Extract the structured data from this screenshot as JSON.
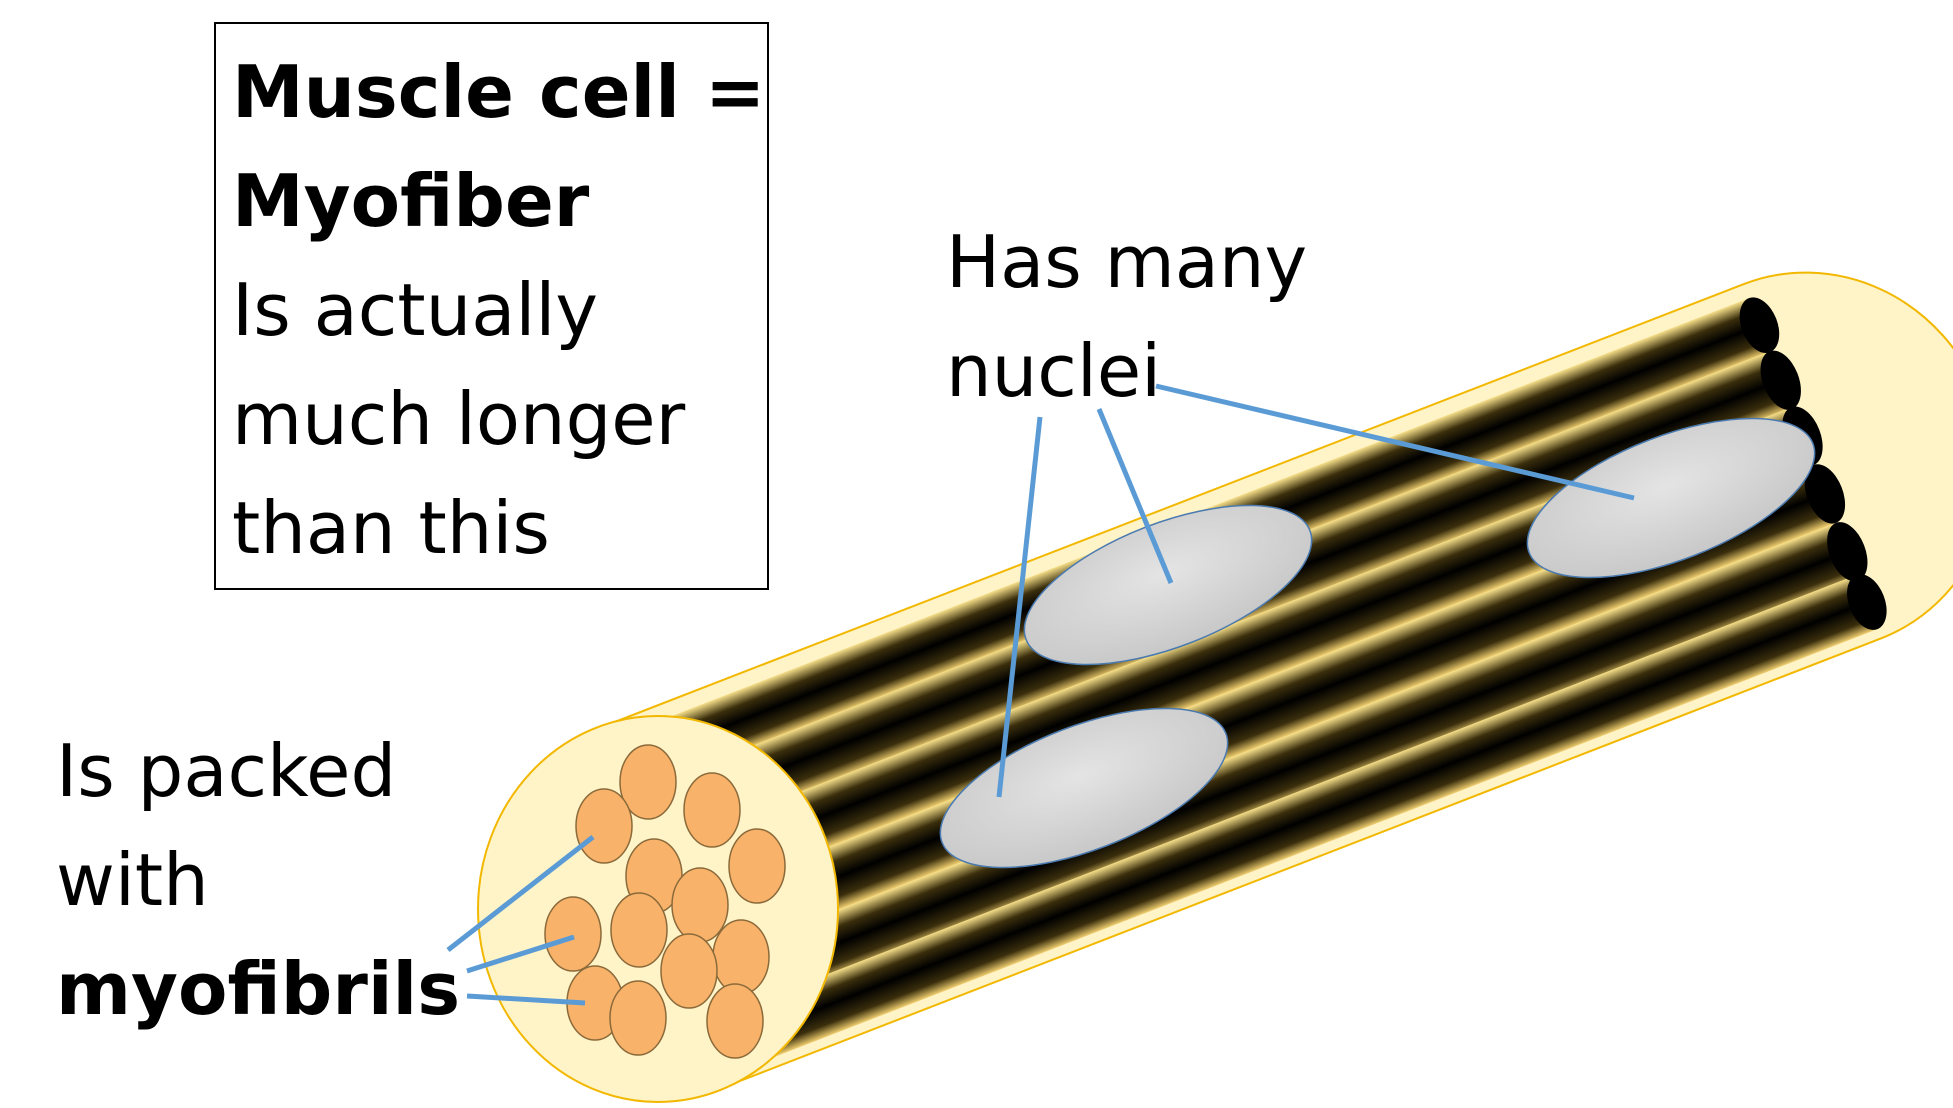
{
  "definition_box": {
    "line1": "Muscle cell =",
    "line2": "Myofiber",
    "line3": "Is actually",
    "line4": "much longer",
    "line5": "than this"
  },
  "nuclei_label": {
    "line1": "Has many",
    "line2": "nuclei"
  },
  "myofibrils_label": {
    "line1": "Is packed",
    "line2": "with",
    "line3": "myofibrils"
  },
  "colors": {
    "sheath": "#fff3c8",
    "sheath_edge": "#f2b800",
    "myofibril_end": "#f9b26a",
    "nucleus": "#d9d9d9",
    "pointer": "#5b9bd5"
  }
}
